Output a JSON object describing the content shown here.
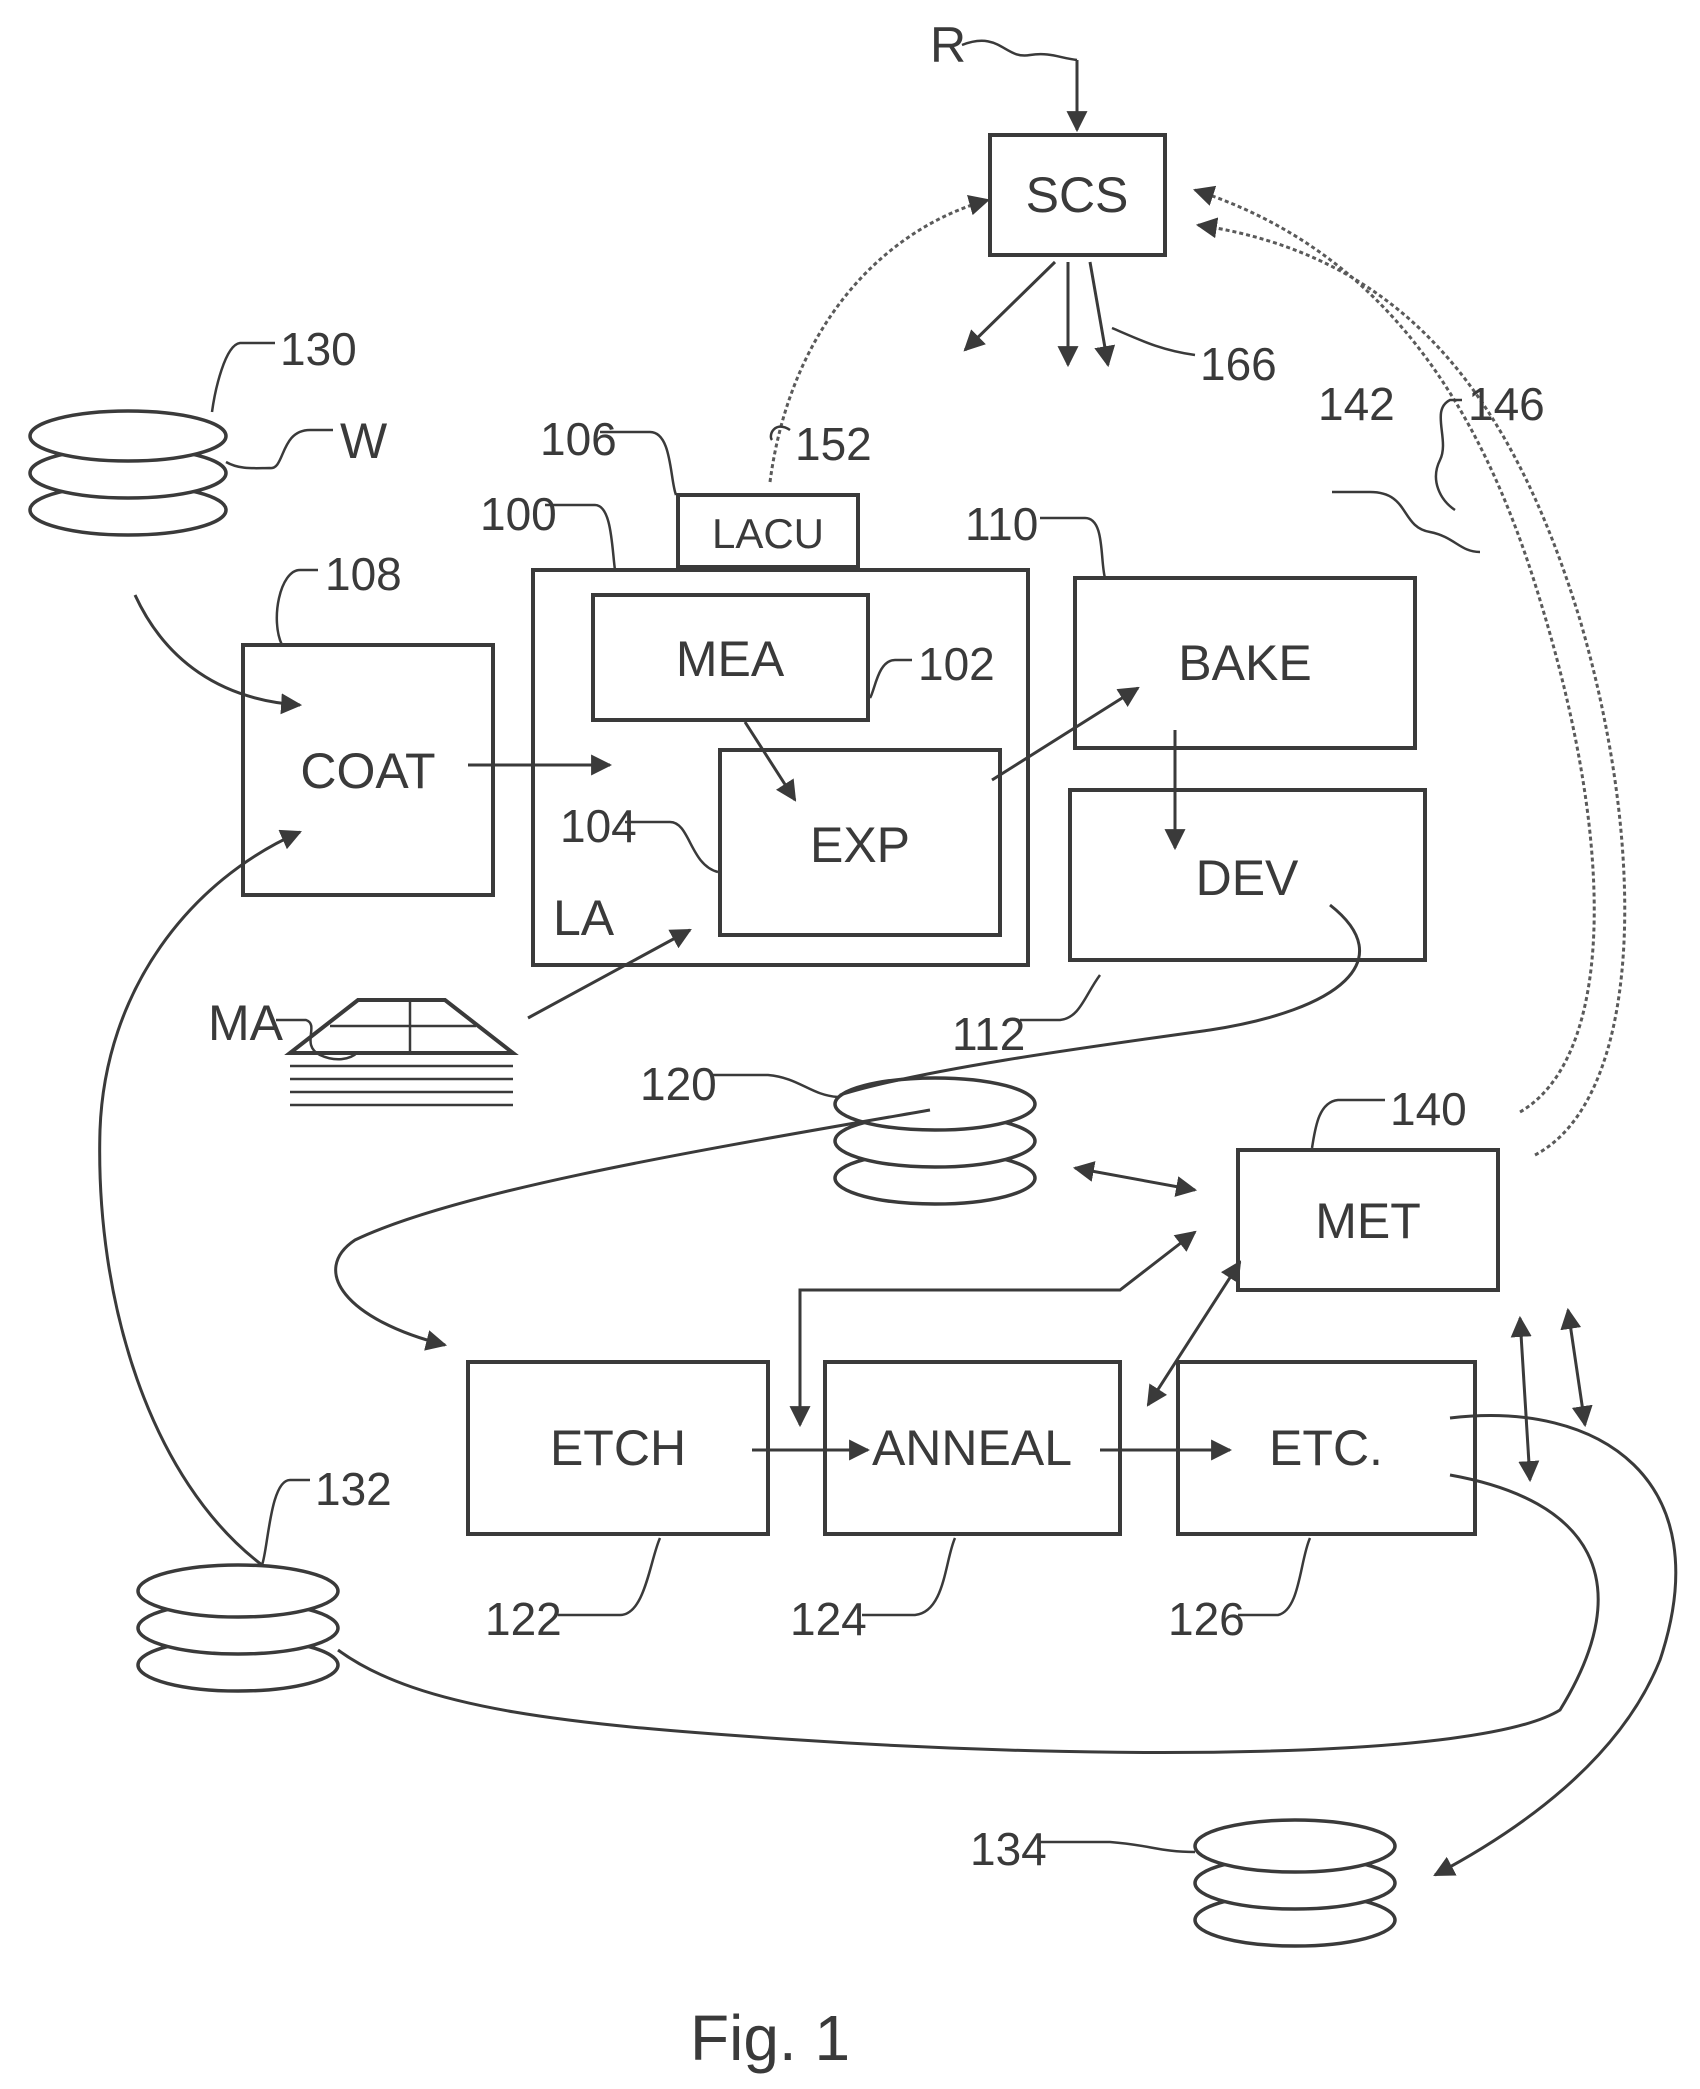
{
  "blocks": {
    "scs": "SCS",
    "lacu": "LACU",
    "mea": "MEA",
    "exp": "EXP",
    "la": "LA",
    "coat": "COAT",
    "bake": "BAKE",
    "dev": "DEV",
    "met": "MET",
    "etch": "ETCH",
    "anneal": "ANNEAL",
    "etc": "ETC."
  },
  "labels": {
    "r": "R",
    "w": "W",
    "ma": "MA"
  },
  "refs": {
    "r100": "100",
    "r102": "102",
    "r104": "104",
    "r106": "106",
    "r108": "108",
    "r110": "110",
    "r112": "112",
    "r120": "120",
    "r122": "122",
    "r124": "124",
    "r126": "126",
    "r130": "130",
    "r132": "132",
    "r134": "134",
    "r140": "140",
    "r142": "142",
    "r146": "146",
    "r152": "152",
    "r166": "166"
  },
  "caption": "Fig. 1"
}
